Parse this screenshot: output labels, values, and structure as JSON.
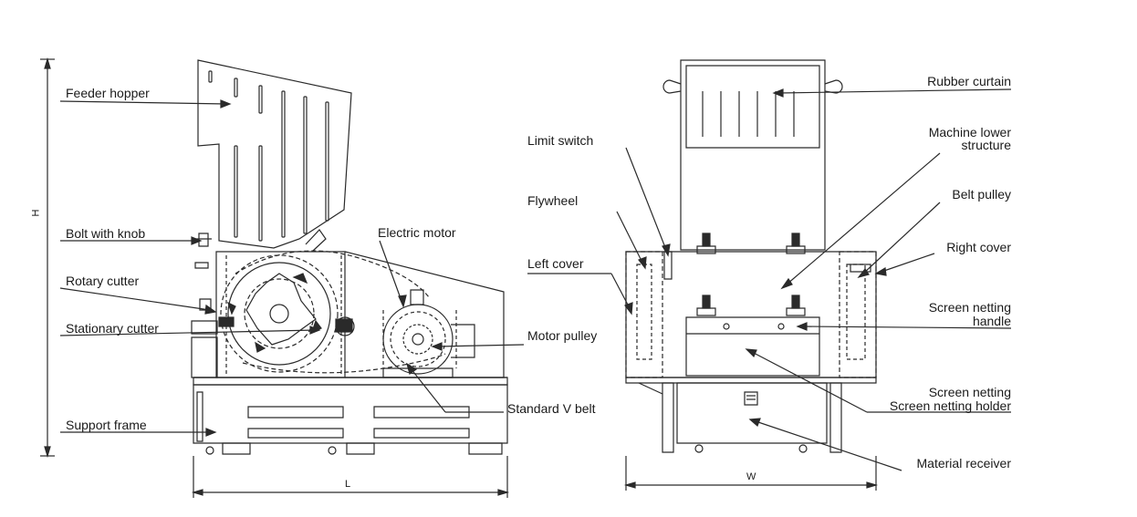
{
  "side_view": {
    "labels": {
      "feeder_hopper": "Feeder hopper",
      "bolt_with_knob": "Bolt with knob",
      "rotary_cutter": "Rotary cutter",
      "stationary_cutter": "Stationary cutter",
      "support_frame": "Support frame",
      "electric_motor": "Electric motor",
      "motor_pulley": "Motor pulley",
      "standard_v_belt": "Standard V belt"
    },
    "dimensions": {
      "height": "H",
      "length": "L"
    }
  },
  "front_view": {
    "labels": {
      "limit_switch": "Limit switch",
      "flywheel": "Flywheel",
      "left_cover": "Left cover",
      "rubber_curtain": "Rubber curtain",
      "machine_lower_structure_1": "Machine lower",
      "machine_lower_structure_2": "structure",
      "belt_pulley": "Belt pulley",
      "right_cover": "Right cover",
      "screen_netting_handle_1": "Screen netting",
      "screen_netting_handle_2": "handle",
      "screen_netting": "Screen netting",
      "screen_netting_holder": "Screen netting holder",
      "material_receiver": "Material receiver"
    },
    "dimensions": {
      "width": "W"
    }
  }
}
